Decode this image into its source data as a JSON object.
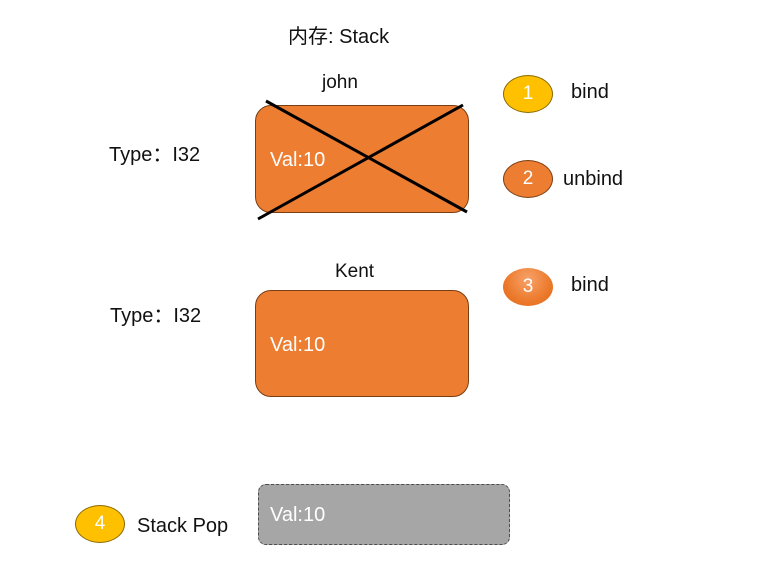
{
  "title": "内存: Stack",
  "vars": [
    {
      "name": "john",
      "type_label": "Type：I32",
      "value": "Val:10"
    },
    {
      "name": "Kent",
      "type_label": "Type：I32",
      "value": "Val:10"
    }
  ],
  "popped": {
    "value": "Val:10"
  },
  "steps": [
    {
      "number": "1",
      "label": "bind"
    },
    {
      "number": "2",
      "label": "unbind"
    },
    {
      "number": "3",
      "label": "bind"
    },
    {
      "number": "4",
      "label": "Stack Pop"
    }
  ],
  "colors": {
    "orange": "#ed7d31",
    "yellow": "#ffc000",
    "gray": "#a6a6a6"
  }
}
